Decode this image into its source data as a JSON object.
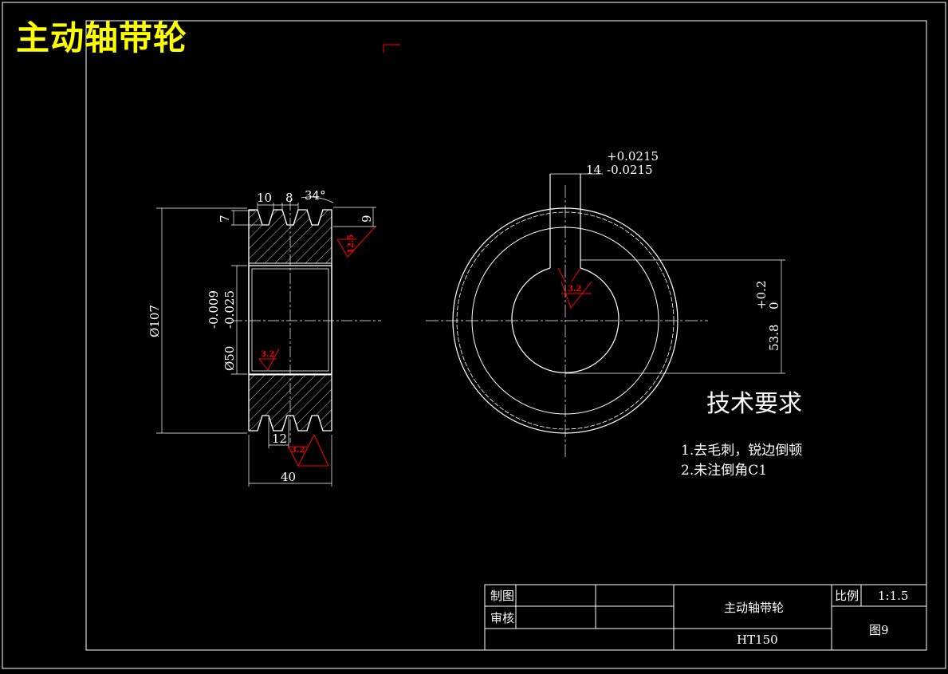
{
  "title": "主动轴带轮",
  "colors": {
    "background": "#000000",
    "lines": "#ffffff",
    "roughness": "#ff0000",
    "title": "#ffff00"
  },
  "dims": {
    "groove_width": "10",
    "groove_pitch": "8",
    "groove_angle": "34°",
    "groove_depth_left": "7",
    "groove_depth_right": "9",
    "outer_dia": "Ø107",
    "bore_dia": "Ø50",
    "bore_tol_upper": "-0.009",
    "bore_tol_lower": "-0.025",
    "groove_spacing": "12",
    "width": "40",
    "key_width": "14",
    "key_tol_upper": "+0.0215",
    "key_tol_lower": "-0.0215",
    "keyway_depth": "53.8",
    "keyway_tol_upper": "+0.2",
    "keyway_tol_lower": "0"
  },
  "roughness": {
    "groove": "12.5",
    "bore": "3.2",
    "bottom": "3.2",
    "keyway": "3.2"
  },
  "tech": {
    "heading": "技术要求",
    "items": [
      "1.去毛刺，锐边倒顿",
      "2.未注倒角C1"
    ]
  },
  "titleblock": {
    "drawn_label": "制图",
    "check_label": "审核",
    "part_name": "主动轴带轮",
    "material": "HT150",
    "scale_label": "比例",
    "scale_value": "1:1.5",
    "drawing_no": "图9"
  }
}
